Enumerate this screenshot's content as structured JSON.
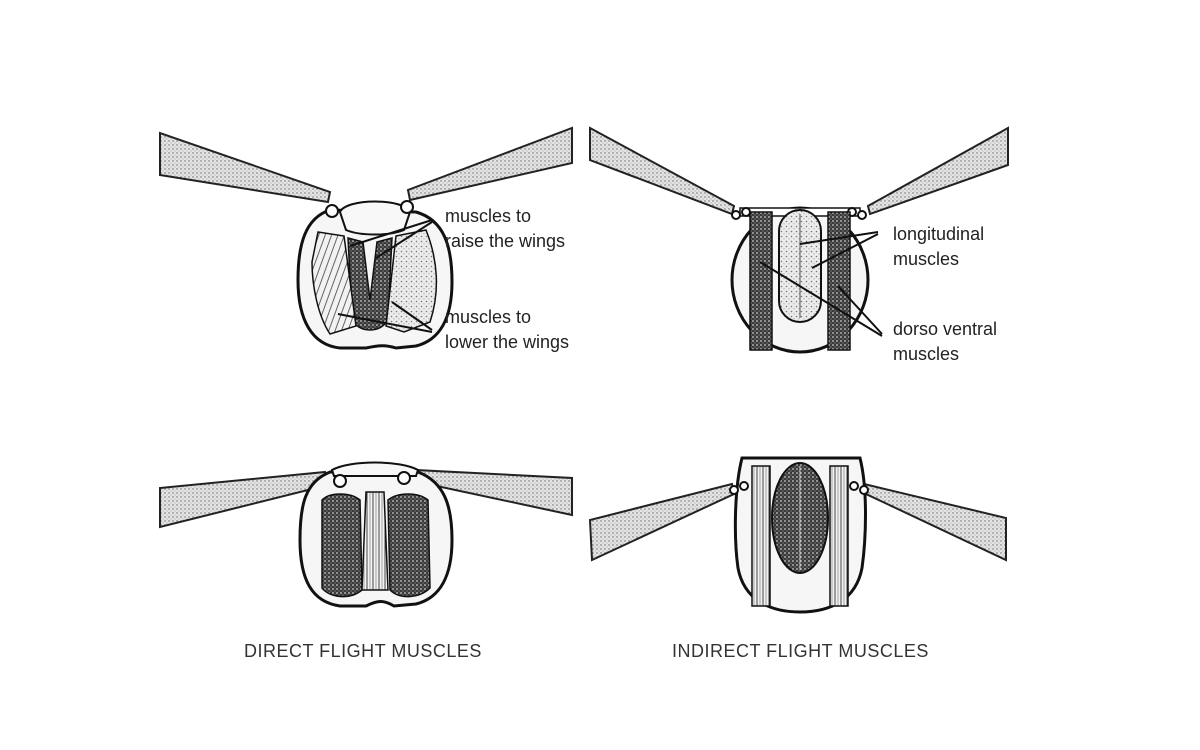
{
  "diagram": {
    "direct": {
      "caption": "DIRECT FLIGHT MUSCLES",
      "label_raise": [
        "muscles to",
        "raise the wings"
      ],
      "label_lower": [
        "muscles to",
        "lower the wings"
      ]
    },
    "indirect": {
      "caption": "INDIRECT FLIGHT MUSCLES",
      "label_longitudinal": [
        "longitudinal",
        "muscles"
      ],
      "label_dorsoventral": [
        "dorso ventral",
        "muscles"
      ]
    }
  }
}
